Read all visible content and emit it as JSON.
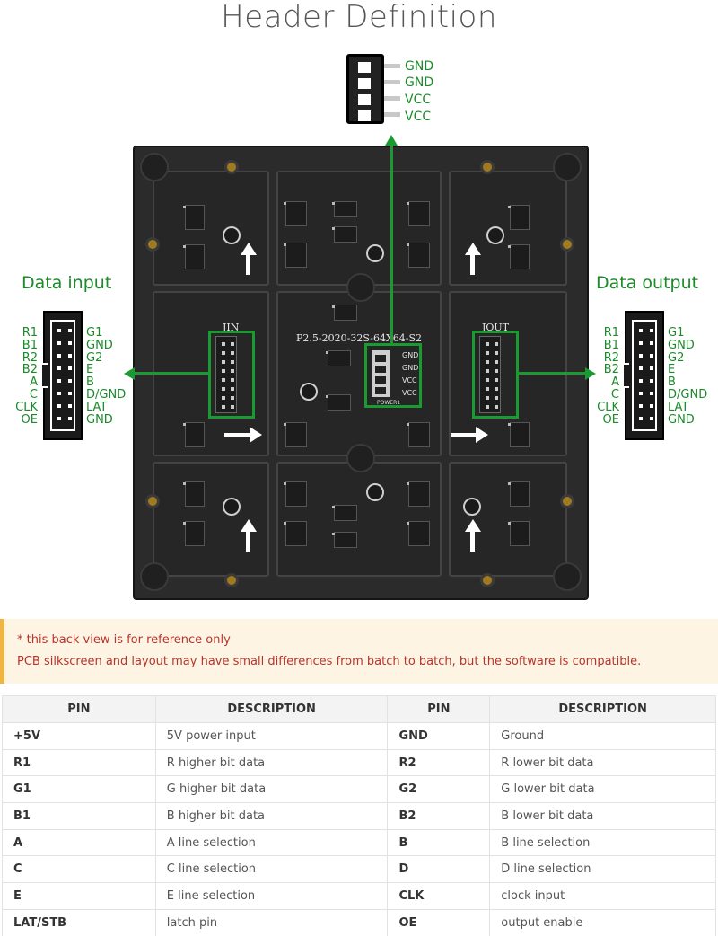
{
  "title": "Header Definition",
  "power_header": {
    "labels": [
      "GND",
      "GND",
      "VCC",
      "VCC"
    ]
  },
  "board": {
    "model_text": "P2.5-2020-32S-64X64-S2",
    "jin_label": "JIN",
    "jout_label": "JOUT",
    "power_silk": [
      "GND",
      "GND",
      "VCC",
      "VCC"
    ],
    "power_tag": "POWER1"
  },
  "data_input": {
    "title": "Data input",
    "left": [
      "R1",
      "B1",
      "R2",
      "B2",
      "A",
      "C",
      "CLK",
      "OE"
    ],
    "right": [
      "G1",
      "GND",
      "G2",
      "E",
      "B",
      "D/GND",
      "LAT",
      "GND"
    ]
  },
  "data_output": {
    "title": "Data output",
    "left": [
      "R1",
      "B1",
      "R2",
      "B2",
      "A",
      "C",
      "CLK",
      "OE"
    ],
    "right": [
      "G1",
      "GND",
      "G2",
      "E",
      "B",
      "D/GND",
      "LAT",
      "GND"
    ]
  },
  "notice": {
    "line1": "* this back view is for reference only",
    "line2": "PCB silkscreen and layout may have small differences from batch to batch, but the software is compatible."
  },
  "table": {
    "headers": [
      "PIN",
      "DESCRIPTION",
      "PIN",
      "DESCRIPTION"
    ],
    "rows": [
      [
        "+5V",
        "5V power input",
        "GND",
        "Ground"
      ],
      [
        "R1",
        "R higher bit data",
        "R2",
        "R lower bit data"
      ],
      [
        "G1",
        "G higher bit data",
        "G2",
        "G lower bit data"
      ],
      [
        "B1",
        "B higher bit data",
        "B2",
        "B lower bit data"
      ],
      [
        "A",
        "A line selection",
        "B",
        "B line selection"
      ],
      [
        "C",
        "C line selection",
        "D",
        "D line selection"
      ],
      [
        "E",
        "E line selection",
        "CLK",
        "clock input"
      ],
      [
        "LAT/STB",
        "latch pin",
        "OE",
        "output enable"
      ]
    ]
  },
  "colors": {
    "accent_green": "#1a9a30",
    "notice_text": "#b8342a",
    "notice_border": "#f0b442"
  }
}
